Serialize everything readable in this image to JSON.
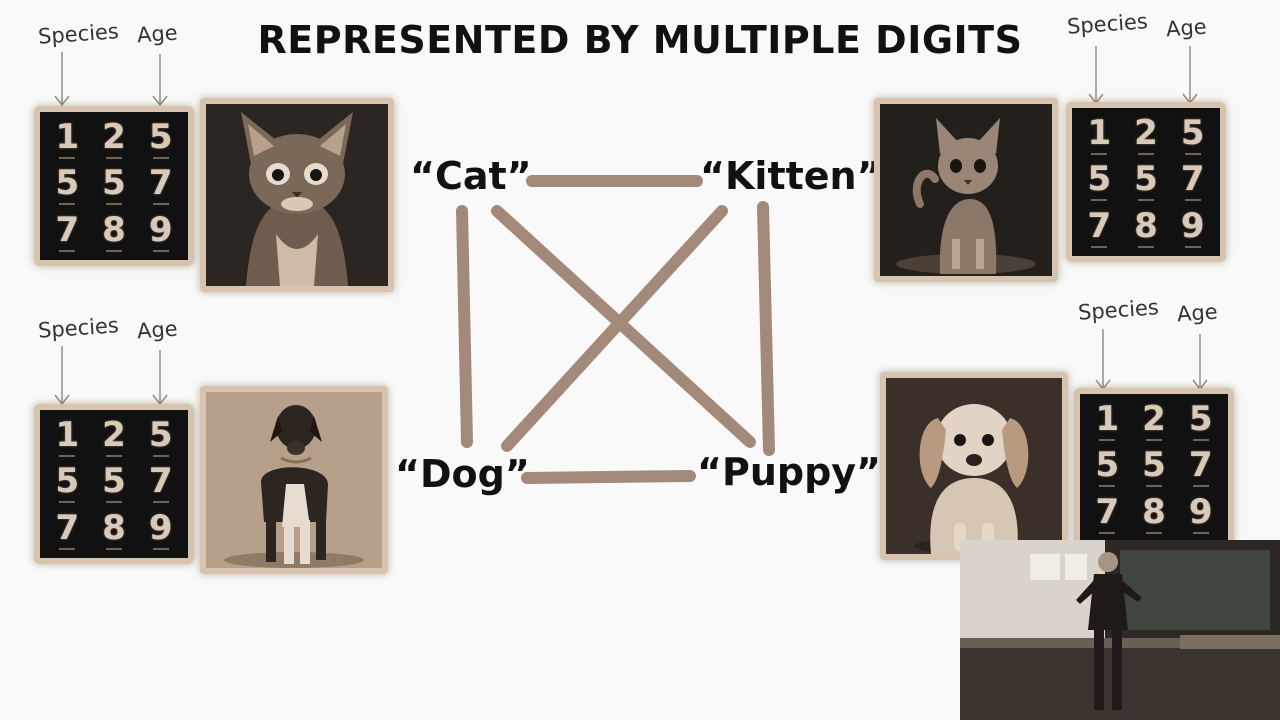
{
  "slide": {
    "title": "REPRESENTED BY MULTIPLE DIGITS"
  },
  "words": {
    "cat": "“Cat”",
    "kitten": "“Kitten”",
    "dog": "“Dog”",
    "puppy": "“Puppy”"
  },
  "annotations": {
    "species": "Species",
    "age": "Age"
  },
  "digit_grid": {
    "digits": [
      "1",
      "2",
      "5",
      "5",
      "5",
      "7",
      "7",
      "8",
      "9"
    ]
  },
  "colors": {
    "background": "#f8f9f8",
    "connector": "#a3897a",
    "frame": "#d8c3ae",
    "text": "#111111"
  }
}
